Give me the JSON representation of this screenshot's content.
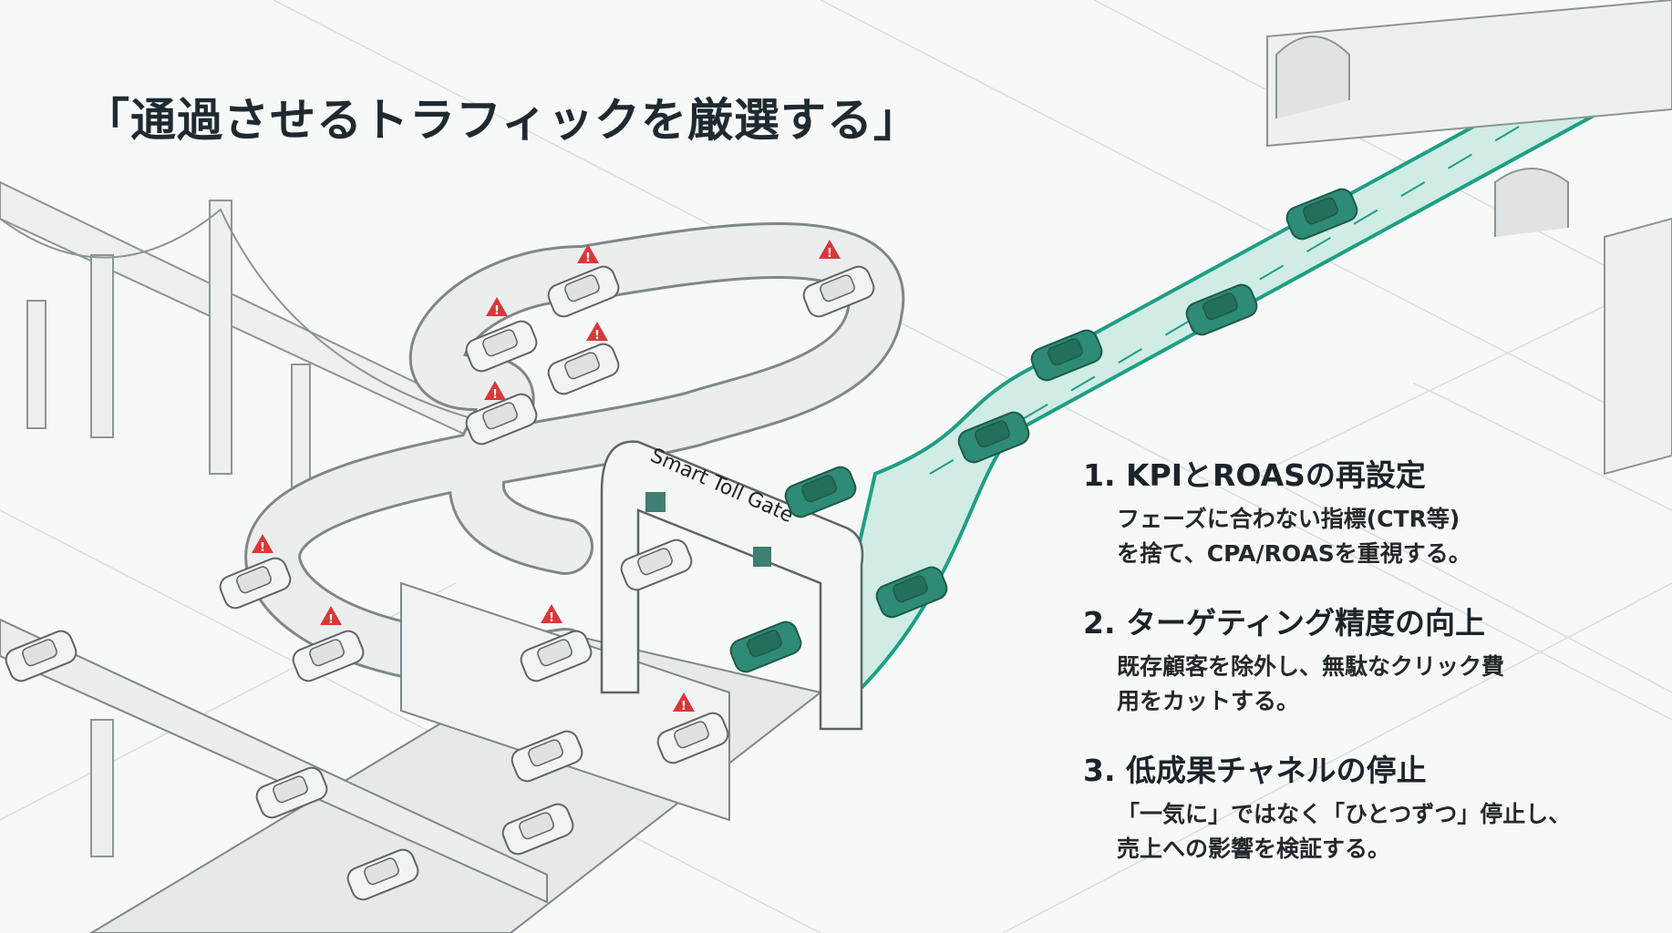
{
  "title": "「通過させるトラフィックを厳選する」",
  "illustration": {
    "gate_label": "Smart Toll Gate",
    "colors": {
      "accent": "#1f9e85",
      "car_green": "#2e8b74",
      "warning": "#d9383a",
      "road": "#e9ecec"
    }
  },
  "points": [
    {
      "heading": "1. KPIとROASの再設定",
      "lines": [
        "フェーズに合わない指標(CTR等)",
        "を捨て、CPA/ROASを重視する。"
      ]
    },
    {
      "heading": "2. ターゲティング精度の向上",
      "lines": [
        "既存顧客を除外し、無駄なクリック費",
        "用をカットする。"
      ]
    },
    {
      "heading": "3. 低成果チャネルの停止",
      "lines": [
        "「一気に」ではなく「ひとつずつ」停止し、",
        "売上への影響を検証する。"
      ]
    }
  ]
}
